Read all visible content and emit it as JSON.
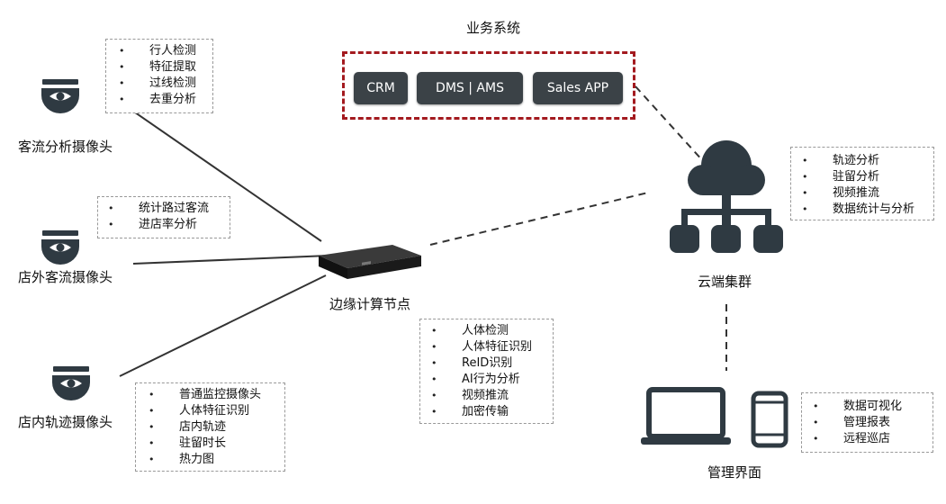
{
  "biz_system": {
    "title": "业务系统",
    "buttons": [
      "CRM",
      "DMS | AMS",
      "Sales APP"
    ]
  },
  "cameras": [
    {
      "label": "客流分析摄像头",
      "features": [
        "行人检测",
        "特征提取",
        "过线检测",
        "去重分析"
      ]
    },
    {
      "label": "店外客流摄像头",
      "features": [
        "统计路过客流",
        "进店率分析"
      ]
    },
    {
      "label": "店内轨迹摄像头",
      "features": [
        "普通监控摄像头",
        "人体特征识别",
        "店内轨迹",
        "驻留时长",
        "热力图"
      ]
    }
  ],
  "edge_node": {
    "label": "边缘计算节点",
    "features": [
      "人体检测",
      "人体特征识别",
      "ReID识别",
      "AI行为分析",
      "视频推流",
      "加密传输"
    ]
  },
  "cloud": {
    "label": "云端集群",
    "features": [
      "轨迹分析",
      "驻留分析",
      "视频推流",
      "数据统计与分析"
    ]
  },
  "management": {
    "label": "管理界面",
    "features": [
      "数据可视化",
      "管理报表",
      "远程巡店"
    ]
  },
  "colors": {
    "frame": "#a31a1f",
    "button_bg": "#3b4247",
    "icon": "#2f3a42"
  }
}
